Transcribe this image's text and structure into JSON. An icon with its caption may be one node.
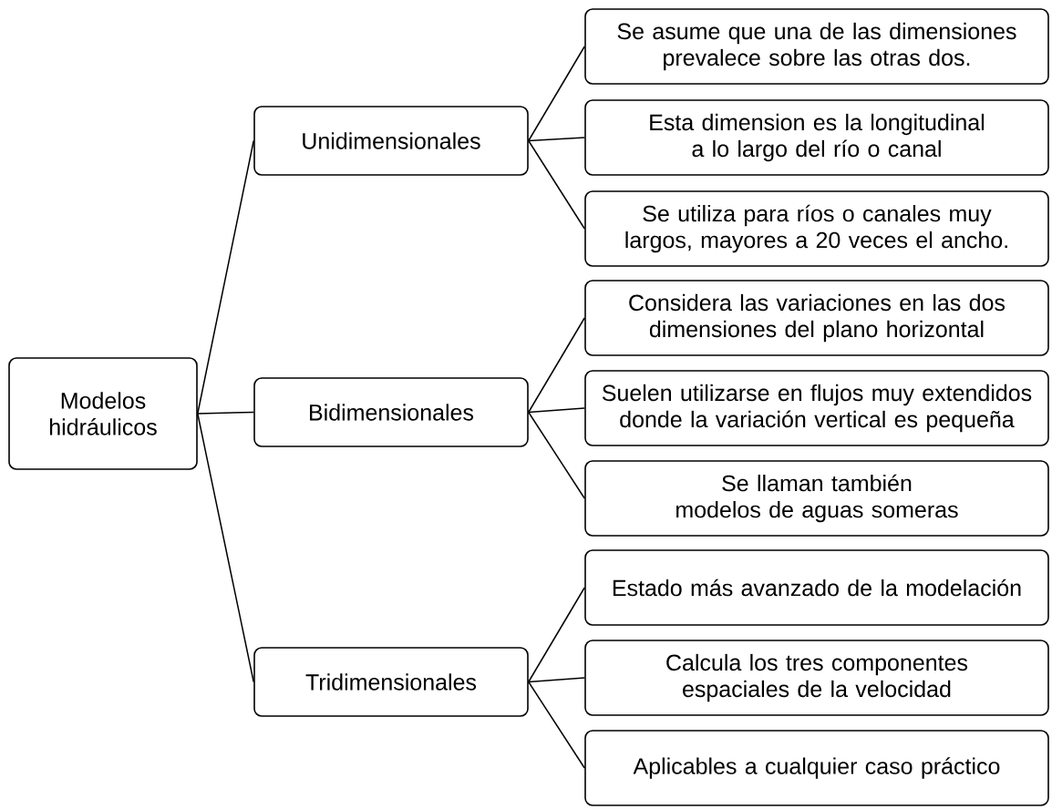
{
  "diagram": {
    "nodes": [
      {
        "text": [
          "Modelos hidráulicos"
        ]
      },
      {
        "text": [
          "Unidimensionales"
        ]
      },
      {
        "text": [
          "Bidimensionales"
        ]
      },
      {
        "text": [
          "Tridimensionales"
        ]
      },
      {
        "text": [
          "Se asume que una de las dimensiones prevalece sobre las otras dos."
        ]
      },
      {
        "text": [
          "Esta dimension es la longitudinal a lo largo del río o canal"
        ]
      },
      {
        "text": [
          "Se utiliza para ríos o canales muy largos, mayores a 20 veces el ancho."
        ]
      },
      {
        "text": [
          "Considera las variaciones en las dos dimensiones del plano horizontal"
        ]
      },
      {
        "text": [
          "Suelen utilizarse en flujos muy extendidos donde la variación vertical es pequeña"
        ]
      },
      {
        "text": [
          "Se llaman también modelos de aguas someras"
        ]
      },
      {
        "text": [
          "Estado más avanzado de la modelación"
        ]
      },
      {
        "text": [
          "Calcula los tres componentes espaciales de la velocidad"
        ]
      },
      {
        "text": [
          "Aplicables a cualquier caso práctico"
        ]
      }
    ],
    "edges": [
      {
        "from": 0,
        "to": 1,
        "arrow": "none"
      },
      {
        "from": 0,
        "to": 2,
        "arrow": "none"
      },
      {
        "from": 0,
        "to": 3,
        "arrow": "none"
      },
      {
        "from": 1,
        "to": 4,
        "arrow": "none"
      },
      {
        "from": 1,
        "to": 5,
        "arrow": "none"
      },
      {
        "from": 1,
        "to": 6,
        "arrow": "none"
      },
      {
        "from": 2,
        "to": 7,
        "arrow": "none"
      },
      {
        "from": 2,
        "to": 8,
        "arrow": "none"
      },
      {
        "from": 2,
        "to": 9,
        "arrow": "none"
      },
      {
        "from": 3,
        "to": 10,
        "arrow": "none"
      },
      {
        "from": 3,
        "to": 11,
        "arrow": "none"
      },
      {
        "from": 3,
        "to": 12,
        "arrow": "none"
      }
    ]
  }
}
